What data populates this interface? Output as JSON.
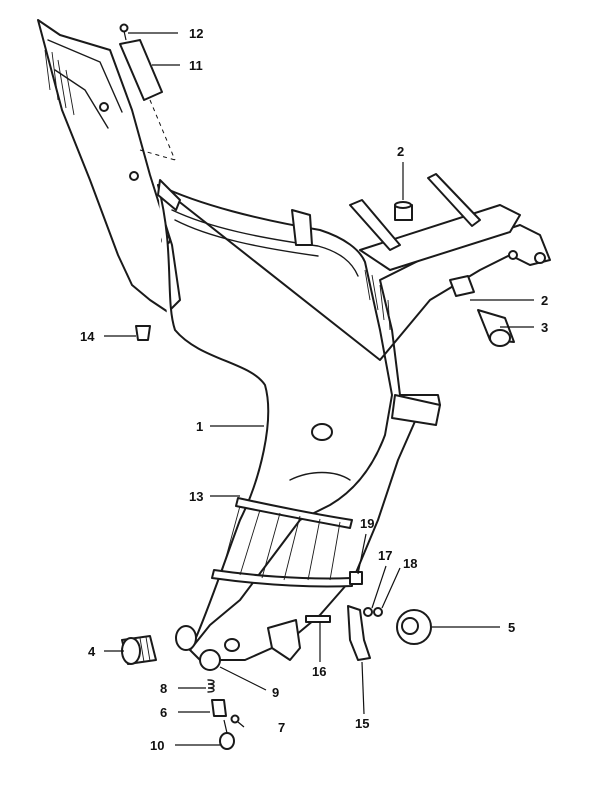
{
  "diagram": {
    "callouts": [
      {
        "id": "c1",
        "label": "1"
      },
      {
        "id": "c2a",
        "label": "2"
      },
      {
        "id": "c2b",
        "label": "2"
      },
      {
        "id": "c3",
        "label": "3"
      },
      {
        "id": "c4",
        "label": "4"
      },
      {
        "id": "c5",
        "label": "5"
      },
      {
        "id": "c6",
        "label": "6"
      },
      {
        "id": "c7",
        "label": "7"
      },
      {
        "id": "c8",
        "label": "8"
      },
      {
        "id": "c9",
        "label": "9"
      },
      {
        "id": "c10",
        "label": "10"
      },
      {
        "id": "c11",
        "label": "11"
      },
      {
        "id": "c12",
        "label": "12"
      },
      {
        "id": "c13",
        "label": "13"
      },
      {
        "id": "c14",
        "label": "14"
      },
      {
        "id": "c15",
        "label": "15"
      },
      {
        "id": "c16",
        "label": "16"
      },
      {
        "id": "c17",
        "label": "17"
      },
      {
        "id": "c18",
        "label": "18"
      },
      {
        "id": "c19",
        "label": "19"
      }
    ]
  }
}
